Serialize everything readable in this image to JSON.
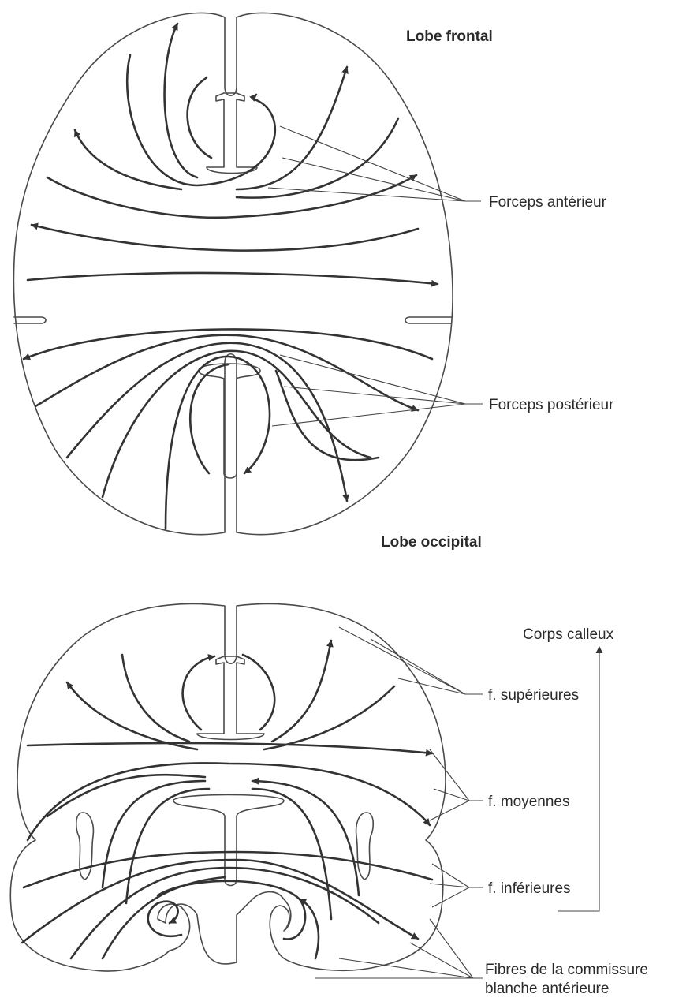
{
  "labels": {
    "lobe_frontal": "Lobe frontal",
    "forceps_anterieur": "Forceps antérieur",
    "forceps_posterieur": "Forceps postérieur",
    "lobe_occipital": "Lobe occipital",
    "corps_calleux": "Corps calleux",
    "f_superieures": "f. supérieures",
    "f_moyennes": "f. moyennes",
    "f_inferieures": "f. inférieures",
    "fibres_commissure_line1": "Fibres de la commissure",
    "fibres_commissure_line2": "blanche antérieure"
  },
  "colors": {
    "ink": "#333333",
    "outline": "#4a4a4a",
    "background": "#ffffff"
  }
}
